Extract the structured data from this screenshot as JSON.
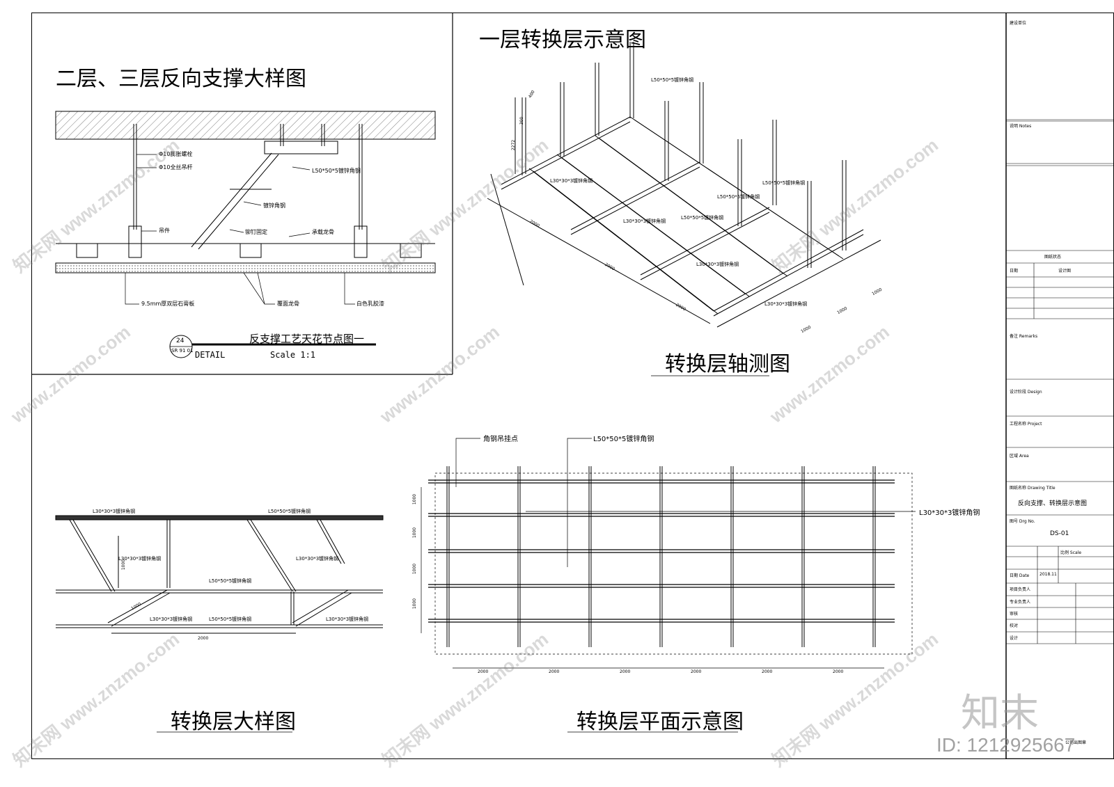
{
  "titles": {
    "reverse_support_detail": "二层、三层反向支撑大样图",
    "first_floor_transfer": "一层转换层示意图",
    "axonometric": "转换层轴测图",
    "transfer_detail": "转换层大样图",
    "transfer_plan": "转换层平面示意图"
  },
  "detail_callout": {
    "number": "24",
    "sheet_ref": "SR 91 01",
    "title": "反支撑工艺天花节点图一",
    "label": "DETAIL",
    "scale": "Scale 1:1"
  },
  "section_labels": {
    "expansion_bolt": "Φ10膨胀螺栓",
    "threaded_rod": "Φ10全丝吊杆",
    "angle_steel_top": "L50*50*5镀锌角钢",
    "galv_angle": "镀锌角钢",
    "hanger": "吊件",
    "rivet": "铆钉固定",
    "main_keel": "承载龙骨",
    "gypsum_board": "9.5mm厚双层石膏板",
    "cover_keel": "覆面龙骨",
    "latex_paint": "白色乳胶漆"
  },
  "axon_labels": {
    "a1": "L50*50*5镀锌角钢",
    "a2": "L30*30*3镀锌角钢",
    "a3": "L50*50*5镀锌角钢",
    "a4": "L50*50*5镀锌角钢",
    "a5": "L30*30*3镀锌角钢",
    "a6": "L50*50*5镀锌角钢",
    "a7": "L30*30*3镀锌角钢",
    "a8": "L30*30*3镀锌角钢",
    "d1": "400",
    "d2": "300",
    "d3": "2272",
    "d4": "2000",
    "d5": "2000",
    "d6": "2000",
    "d7": "1000",
    "d8": "1000",
    "d9": "1000"
  },
  "transfer_detail_labels": {
    "t1": "L30*30*3镀锌角钢",
    "t2": "L50*50*5镀锌角钢",
    "t3": "L30*30*3镀锌角钢",
    "t4": "L30*30*3镀锌角钢",
    "t5": "L50*50*5镀锌角钢",
    "t6": "L30*30*3镀锌角钢",
    "t7": "L50*50*5镀锌角钢",
    "t8": "L30*30*3镀锌角钢",
    "dim_h": "1000",
    "dim_d": "1000",
    "dim_w": "2000"
  },
  "plan_labels": {
    "hang_point": "角钢吊挂点",
    "main_angle": "L50*50*5镀锌角钢",
    "sub_angle": "L30*30*3镀锌角钢",
    "dims_x": [
      "2000",
      "2000",
      "2000",
      "2000",
      "2000",
      "2000"
    ],
    "dims_y": [
      "1000",
      "1000",
      "1000",
      "1000"
    ]
  },
  "title_block": {
    "r1": "建设单位",
    "r2": "说明 Notes",
    "r3": "图纸状态",
    "r4": "日期",
    "r5": "设计图",
    "r6": "备注 Remarks",
    "r7": "设计阶段 Design",
    "r8": "工程名称 Project",
    "r9": "区域 Area",
    "r10": "图纸名称 Drawing Title",
    "drawing_title": "反向支撑、转换层示意图",
    "r11": "图号 Drg No.",
    "drawing_no": "DS-01",
    "r12": "比例 Scale",
    "r13": "日期 Date",
    "date": "2018.11",
    "r14": "项目负责人",
    "r15": "专业负责人",
    "r16": "审核",
    "r17": "校对",
    "r18": "设计",
    "r19": "公司出图章"
  },
  "watermarks": {
    "site": "www.znzmo.com",
    "brand": "知末网",
    "logo": "知末",
    "id": "ID: 1212925667"
  }
}
